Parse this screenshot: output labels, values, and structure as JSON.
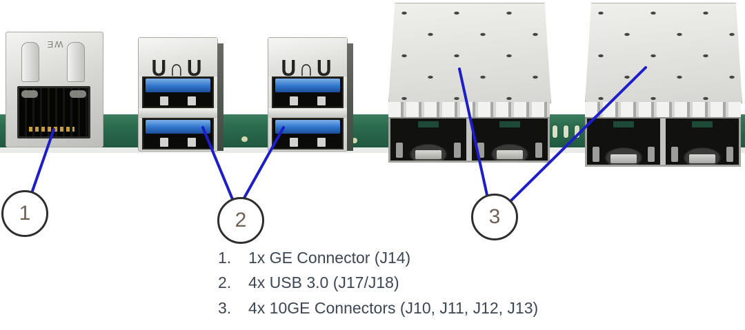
{
  "figure": {
    "type": "connector-callout-diagram",
    "legend": [
      {
        "number": "1",
        "marker": "1.",
        "text": "1x GE Connector (J14)"
      },
      {
        "number": "2",
        "marker": "2.",
        "text": "4x USB 3.0 (J17/J18)"
      },
      {
        "number": "3",
        "marker": "3.",
        "text": "4x 10GE Connectors (J10, J11, J12, J13)"
      }
    ],
    "components": {
      "rj45": {
        "marking": "WE"
      },
      "usb": {
        "stamp": "U∩U"
      }
    },
    "colors": {
      "callout_line": "#1d1dc9",
      "list_text": "#3d4653",
      "circle_number": "#6d6156",
      "pcb_green": "#2d6e50",
      "usb_tongue": "#2e74cc",
      "metal_light": "#e3e3df"
    }
  }
}
